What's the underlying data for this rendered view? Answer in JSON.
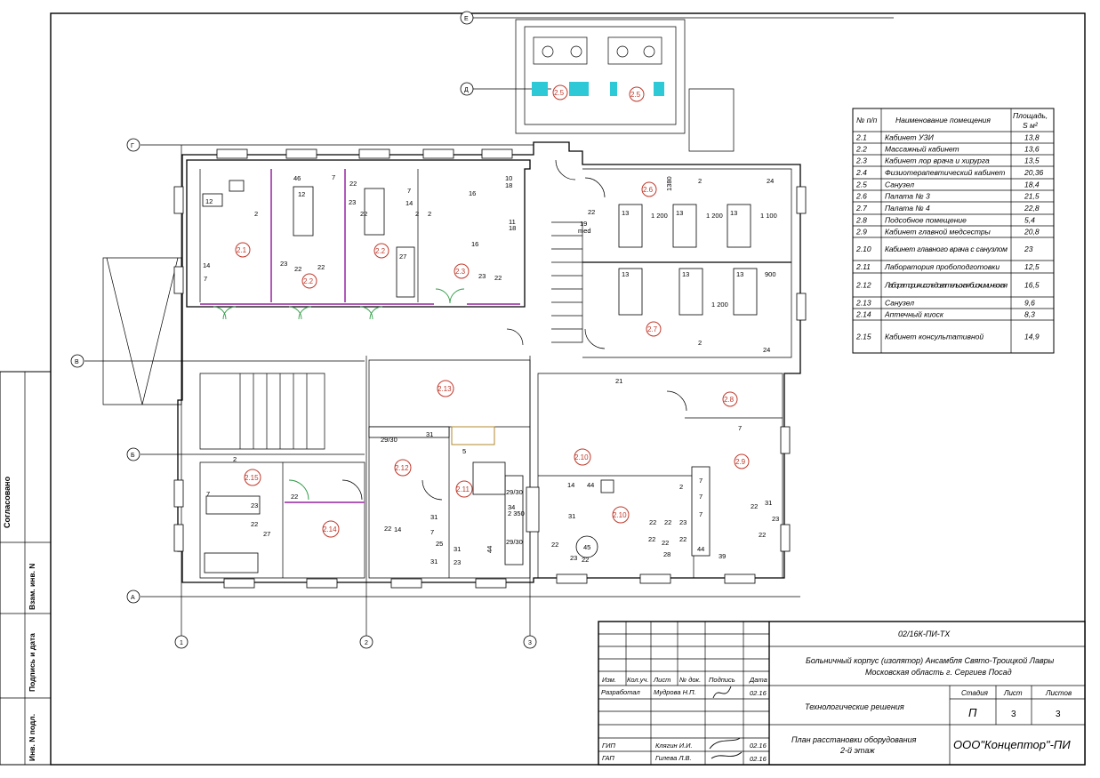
{
  "axes_letters": [
    "Е",
    "Д",
    "Г",
    "В",
    "Б",
    "А"
  ],
  "axes_numbers": [
    "1",
    "2",
    "3"
  ],
  "side_stamps": [
    "Согласовано",
    "Взам. инв. N",
    "Подпись и дата",
    "Инв. N подл."
  ],
  "room_markers": [
    "2.1",
    "2.2",
    "2.2",
    "2.3",
    "2.5",
    "2.5",
    "2.6",
    "2.7",
    "2.8",
    "2.9",
    "2.10",
    "2.10",
    "2.11",
    "2.12",
    "2.13",
    "2.14",
    "2.15"
  ],
  "equipment_labels": [
    "12",
    "14",
    "7",
    "2",
    "46",
    "12",
    "7",
    "22",
    "23",
    "22",
    "2",
    "7",
    "14",
    "2",
    "16",
    "10",
    "18",
    "11",
    "18",
    "16",
    "23",
    "22",
    "27",
    "23",
    "22",
    "22",
    "19",
    "22",
    "med",
    "13",
    "13",
    "13",
    "1 200",
    "1 200",
    "1 100",
    "1380",
    "2",
    "24",
    "13",
    "13",
    "13",
    "900",
    "1 200",
    "2",
    "24",
    "21",
    "31",
    "29/30",
    "29/30",
    "29/30",
    "5",
    "14",
    "44",
    "2",
    "7",
    "7",
    "7",
    "7",
    "22",
    "31",
    "23",
    "22",
    "44",
    "39",
    "31",
    "22",
    "23",
    "45",
    "22",
    "22",
    "22",
    "23",
    "22",
    "22",
    "22",
    "28",
    "34",
    "2 350",
    "44",
    "31",
    "7",
    "25",
    "31",
    "31",
    "23",
    "22",
    "14",
    "7",
    "2",
    "22",
    "23",
    "22",
    "27"
  ],
  "room_table": {
    "headers": [
      "№ п/п",
      "Наименование помещения",
      "Площадь, S м²"
    ],
    "rows": [
      [
        "2.1",
        "Кабинет УЗИ",
        "13,8"
      ],
      [
        "2.2",
        "Массажный кабинет",
        "13,6"
      ],
      [
        "2.3",
        "Кабинет лор врача и хирурга",
        "13,5"
      ],
      [
        "2.4",
        "Физиотерапевтический кабинет",
        "20,36"
      ],
      [
        "2.5",
        "Санузел",
        "18,4"
      ],
      [
        "2.6",
        "Палата № 3",
        "21,5"
      ],
      [
        "2.7",
        "Палата № 4",
        "22,8"
      ],
      [
        "2.8",
        "Подсобное помещение",
        "5,4"
      ],
      [
        "2.9",
        "Кабинет главной медсестры",
        "20,8"
      ],
      [
        "2.10",
        "Кабинет главного врача с санузлом",
        "23"
      ],
      [
        "2.11",
        "Лаборатория пробоподготовки",
        "12,5"
      ],
      [
        "2.12",
        "Лаборатория исследовательская биохимическая",
        "16,5"
      ],
      [
        "2.13",
        "Санузел",
        "9,6"
      ],
      [
        "2.14",
        "Аптечный киоск",
        "8,3"
      ],
      [
        "2.15",
        "Кабинет консультативной",
        "14,9"
      ]
    ]
  },
  "title_block": {
    "code": "02/16К-ПИ-ТХ",
    "project_line1": "Больничный корпус (изолятор) Ансамбля Свято-Троицкой Лавры",
    "project_line2": "Московская область г. Сергиев Посад",
    "col_headers": [
      "Изм.",
      "Кол.уч.",
      "Лист",
      "№ док.",
      "Подпись",
      "Дата"
    ],
    "role_developed": "Разработал",
    "name_developed": "Мудрова Н.П.",
    "date_developed": "02.16",
    "role_gip": "ГИП",
    "name_gip": "Клягин И.И.",
    "date_gip": "02.16",
    "role_gap": "ГАП",
    "name_gap": "Гилева Л.В.",
    "date_gap": "02.16",
    "section": "Технологические решения",
    "stage_header": "Стадия",
    "sheet_header": "Лист",
    "sheets_header": "Листов",
    "stage": "П",
    "sheet": "3",
    "sheets": "3",
    "drawing_line1": "План расстановки оборудования",
    "drawing_line2": "2-й этаж",
    "company": "ООО\"Концептор\"-ПИ"
  }
}
